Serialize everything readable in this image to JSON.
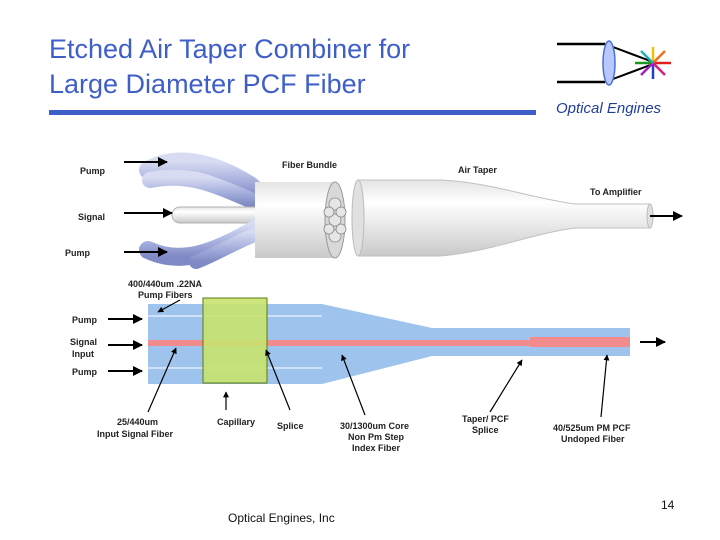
{
  "title": {
    "line1": "Etched Air Taper Combiner for",
    "line2": "Large Diameter PCF Fiber"
  },
  "logo": {
    "text": "Optical Engines"
  },
  "top_figure": {
    "labels": {
      "pump_top": "Pump",
      "signal": "Signal",
      "pump_bottom": "Pump",
      "fiber_bundle": "Fiber Bundle",
      "air_taper": "Air Taper",
      "to_amplifier": "To Amplifier"
    }
  },
  "bottom_figure": {
    "labels": {
      "pump_fibers_l1": "400/440um  .22NA",
      "pump_fibers_l2": "Pump  Fibers",
      "pump_top": "Pump",
      "signal_l1": "Signal",
      "signal_l2": "Input",
      "pump_bottom": "Pump",
      "input_fiber_l1": "25/440um",
      "input_fiber_l2": "Input Signal Fiber",
      "capillary": "Capillary",
      "splice": "Splice",
      "core_l1": "30/1300um Core",
      "core_l2": "Non Pm Step",
      "core_l3": "Index Fiber",
      "taper_l1": "Taper/ PCF",
      "taper_l2": "Splice",
      "pm_l1": "40/525um   PM PCF",
      "pm_l2": "Undoped Fiber"
    }
  },
  "footer": "Optical Engines, Inc",
  "page_number": "14",
  "colors": {
    "title_blue": "#3f5fc8",
    "fiber_blue": "#9ec3ec",
    "core_pink": "#f28b8e",
    "capillary_green": "#c8e36e"
  }
}
